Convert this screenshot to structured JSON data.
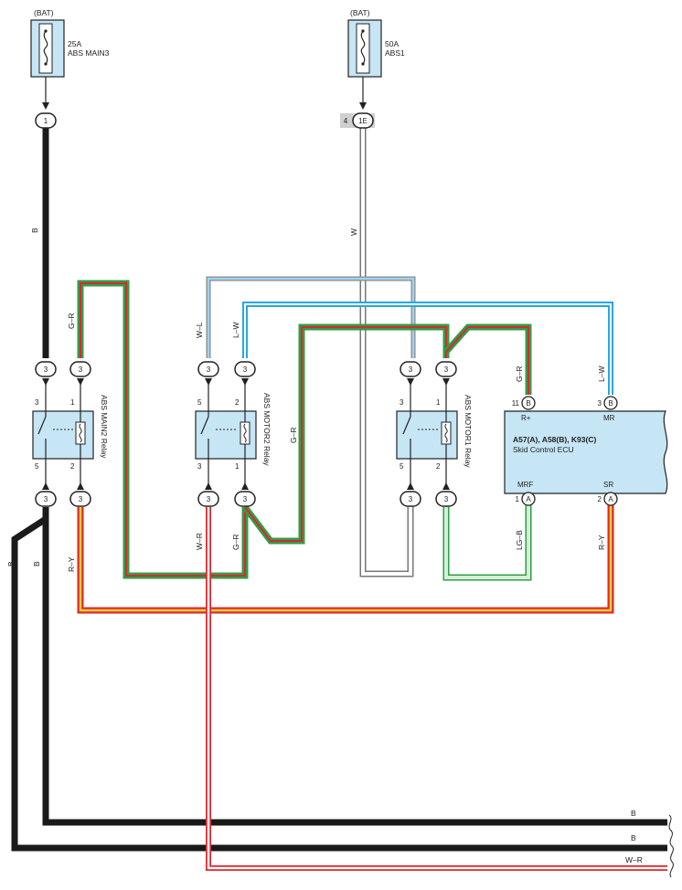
{
  "colors": {
    "B": "#1a1a1a",
    "W": "#ffffff",
    "G": "#2e9e4a",
    "R": "#e0262b",
    "L": "#2aa6e0",
    "Y": "#f2d23a",
    "LG": "#a6d7a8",
    "component_fill": "#c6e5f5",
    "connector_gray": "#cfcfcf"
  },
  "fuses": [
    {
      "id": "abs-main3",
      "bat": "(BAT)",
      "amp": "25A",
      "name": "ABS MAIN3"
    },
    {
      "id": "abs1",
      "bat": "(BAT)",
      "amp": "50A",
      "name": "ABS1"
    }
  ],
  "connectors": {
    "c1": "1",
    "c1e": "1E",
    "c1e_pin": "4",
    "relay_pin_conn": "3"
  },
  "relays": [
    {
      "id": "abs-main2",
      "name": "ABS MAIN2 Relay",
      "pins": [
        "3",
        "1",
        "5",
        "2"
      ]
    },
    {
      "id": "abs-motor2",
      "name": "ABS MOTOR2 Relay",
      "pins": [
        "5",
        "2",
        "3",
        "1"
      ]
    },
    {
      "id": "abs-motor1",
      "name": "ABS MOTOR1 Relay",
      "pins": [
        "3",
        "1",
        "5",
        "2"
      ]
    }
  ],
  "ecu": {
    "title": "A57(A), A58(B), K93(C)",
    "name": "Skid Control ECU",
    "pins": [
      {
        "num": "11",
        "conn": "B",
        "label": "R+"
      },
      {
        "num": "3",
        "conn": "B",
        "label": "MR"
      },
      {
        "num": "1",
        "conn": "A",
        "label": "MRF"
      },
      {
        "num": "2",
        "conn": "A",
        "label": "SR"
      }
    ]
  },
  "wire_labels": {
    "b_main": "B",
    "w_abs1": "W",
    "gr_1": "G–R",
    "wl": "W–L",
    "lw_1": "L–W",
    "gr_mid": "G–R",
    "gr_ecu": "G–R",
    "lw_ecu": "L–W",
    "b_left1": "B",
    "b_left2": "B",
    "ry_1": "R–Y",
    "wr_1": "W–R",
    "gr_2": "G–R",
    "lgb": "LG–B",
    "ry_ecu": "R–Y",
    "b_out1": "B",
    "b_out2": "B",
    "wr_out": "W–R"
  }
}
